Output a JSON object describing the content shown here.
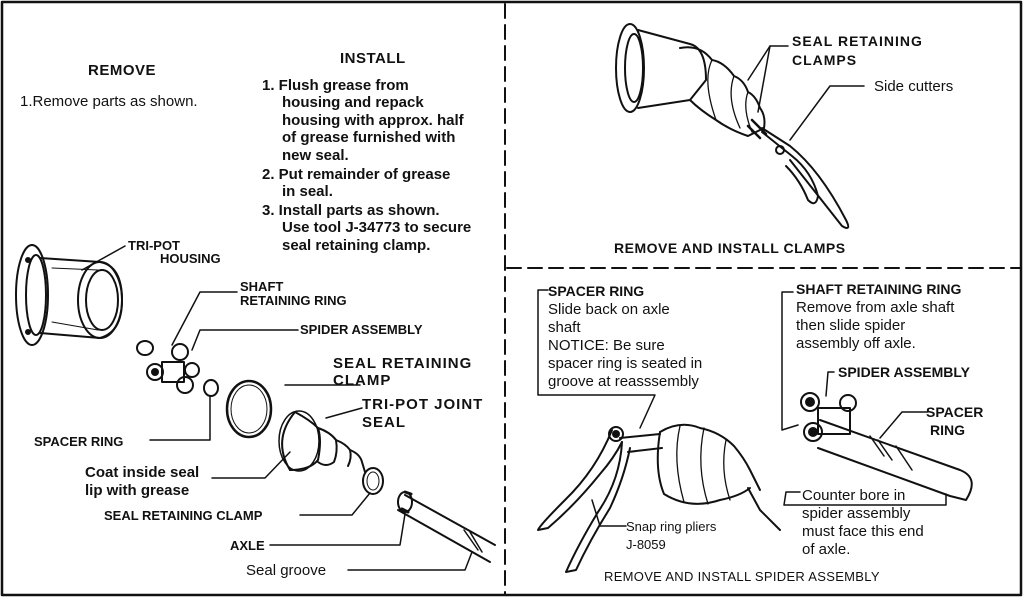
{
  "remove": {
    "heading": "REMOVE",
    "step": "1.Remove parts as shown."
  },
  "install": {
    "heading": "INSTALL",
    "lines": [
      "1. Flush grease from",
      "housing and repack",
      "housing with approx. half",
      "of grease furnished with",
      "new seal.",
      "2. Put remainder of grease",
      "in seal.",
      "3. Install parts as shown.",
      "Use tool J-34773 to secure",
      "seal retaining clamp."
    ]
  },
  "left_labels": {
    "tripot_housing_1": "TRI-POT",
    "tripot_housing_2": "HOUSING",
    "shaft_ring_1": "SHAFT",
    "shaft_ring_2": "RETAINING RING",
    "spider": "SPIDER ASSEMBLY",
    "seal_clamp_1": "SEAL RETAINING",
    "seal_clamp_2": "CLAMP",
    "joint_seal_1": "TRI-POT JOINT",
    "joint_seal_2": "SEAL",
    "spacer_ring": "SPACER RING",
    "coat_1": "Coat inside seal",
    "coat_2": "lip with grease",
    "seal_clamp_b": "SEAL RETAINING CLAMP",
    "axle": "AXLE",
    "seal_groove": "Seal groove"
  },
  "clamps_panel": {
    "label_1": "SEAL RETAINING",
    "label_2": "CLAMPS",
    "side_cutters": "Side cutters",
    "caption": "REMOVE AND INSTALL CLAMPS"
  },
  "spider_panel": {
    "spacer_heading": "SPACER RING",
    "spacer_lines": [
      "Slide back on axle",
      "shaft",
      "NOTICE: Be sure",
      "spacer ring is seated in",
      "groove at reasssembly"
    ],
    "shaft_heading": "SHAFT RETAINING RING",
    "shaft_lines": [
      "Remove from axle shaft",
      "then slide spider",
      "assembly off axle."
    ],
    "spider": "SPIDER ASSEMBLY",
    "spacer_1": "SPACER",
    "spacer_2": "RING",
    "counter_lines": [
      "Counter bore in",
      "spider assembly",
      "must face this end",
      "of axle."
    ],
    "pliers_1": "Snap ring pliers",
    "pliers_2": "J-8059",
    "caption": "REMOVE AND INSTALL SPIDER ASSEMBLY"
  }
}
